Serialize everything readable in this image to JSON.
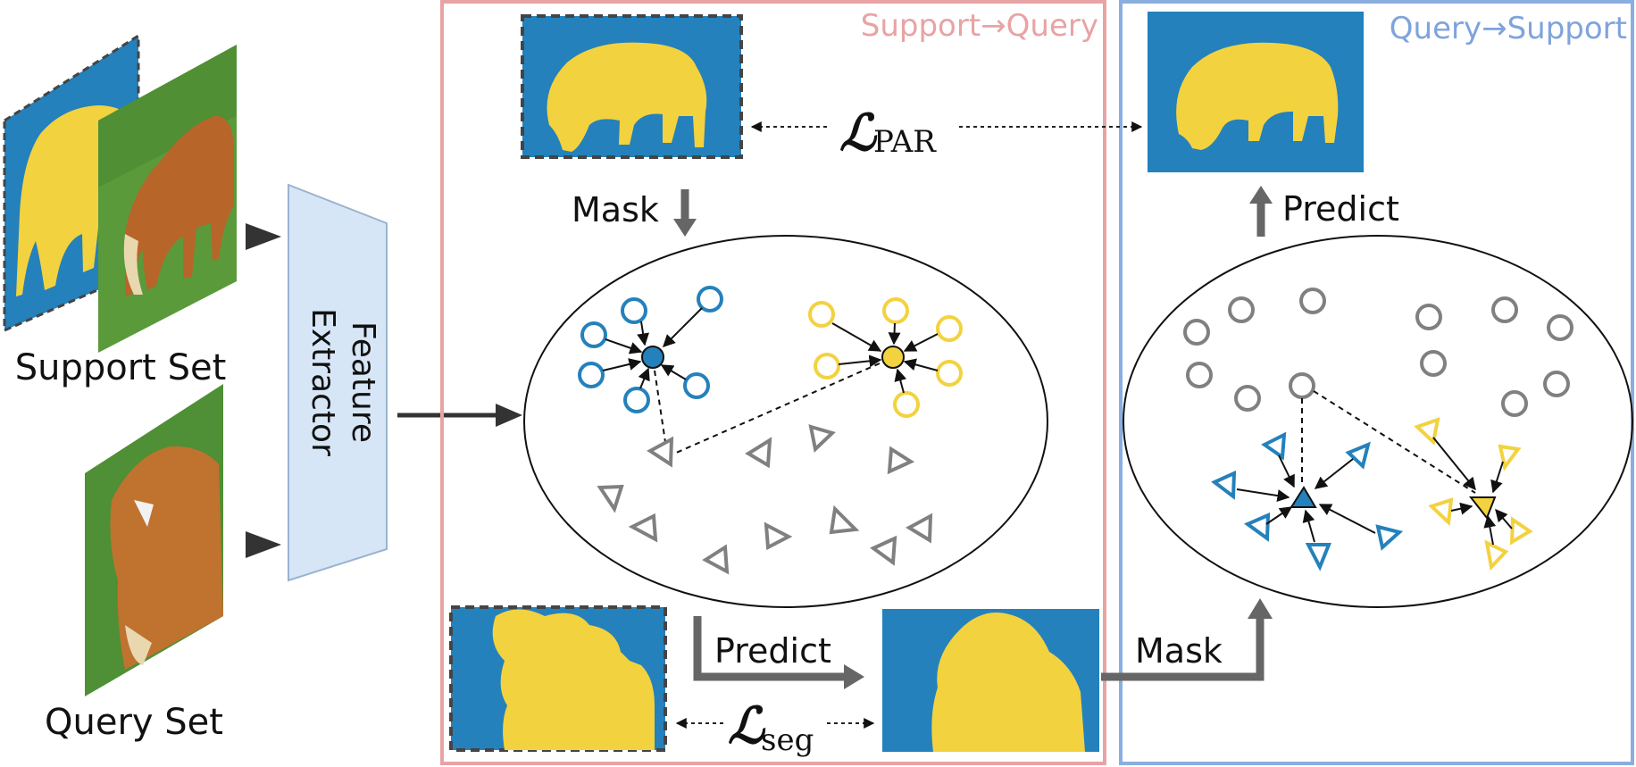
{
  "labels": {
    "support_set": "Support Set",
    "query_set": "Query Set",
    "feature_extractor_line1": "Feature",
    "feature_extractor_line2": "Extractor",
    "support_to_query": "Support→Query",
    "query_to_support": "Query→Support",
    "mask_top": "Mask",
    "mask_bottom": "Mask",
    "predict_top": "Predict",
    "predict_bottom": "Predict",
    "loss_par_symbol": "ℒ",
    "loss_par_sub": "PAR",
    "loss_seg_symbol": "ℒ",
    "loss_seg_sub": "seg"
  },
  "colors": {
    "mask_background": "#2481bc",
    "mask_foreground": "#f3d23f",
    "support_query_frame": "#e8a3a5",
    "query_support_frame": "#8aaedf",
    "support_to_query_text": "#e8a3a5",
    "query_to_support_text": "#7fa3dc",
    "feature_extractor_fill": "#d7e6f7",
    "foreground_node": "#f3d23f",
    "background_node": "#2481bc",
    "unlabeled_node": "#808080",
    "grass": "#5a9a3a",
    "horse": "#b8652a"
  },
  "icons": {
    "circle": "support-feature-circle",
    "triangle": "query-feature-triangle"
  }
}
